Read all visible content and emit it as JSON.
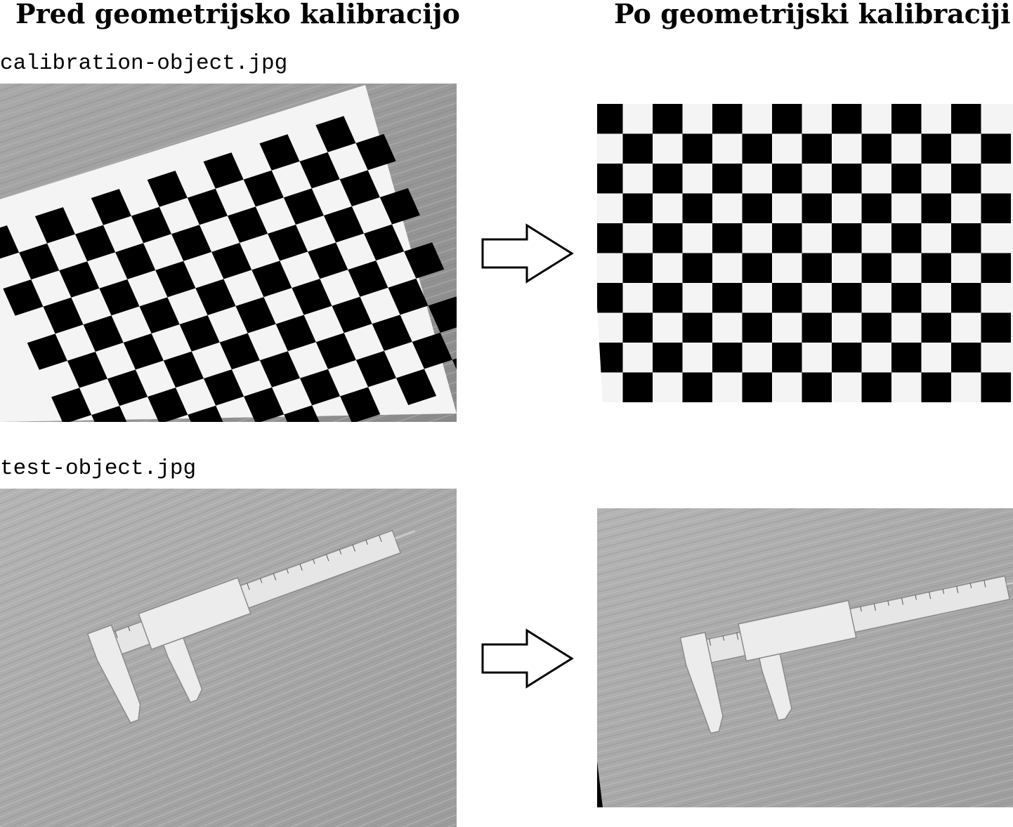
{
  "headings": {
    "before": "Pred geometrijsko kalibracijo",
    "after": "Po geometrijski kalibraciji"
  },
  "rows": [
    {
      "filename": "calibration-object.jpg"
    },
    {
      "filename": "test-object.jpg"
    }
  ],
  "icons": {
    "transform_arrow": "right-arrow-icon"
  },
  "colors": {
    "background": "#ffffff",
    "ink": "#000000",
    "wood": "#9a9a9a",
    "paper": "#f4f4f4"
  }
}
